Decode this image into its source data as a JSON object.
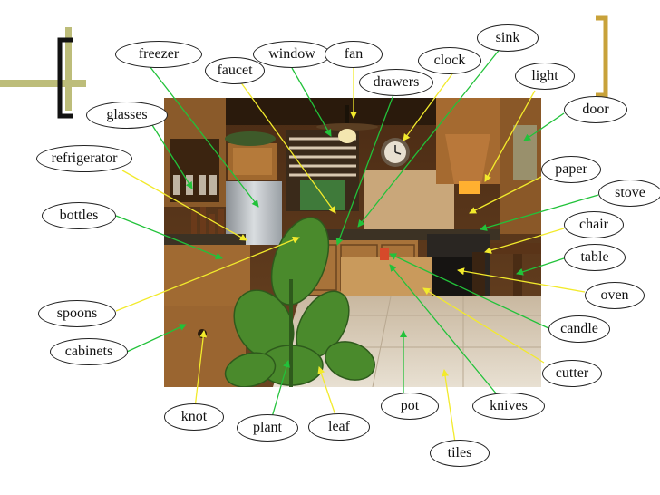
{
  "diagram": {
    "labels": {
      "sink": "sink",
      "light": "light",
      "freezer": "freezer",
      "window": "window",
      "fan": "fan",
      "clock": "clock",
      "faucet": "faucet",
      "drawers": "drawers",
      "door": "door",
      "glasses": "glasses",
      "refrigerator": "refrigerator",
      "paper": "paper",
      "stove": "stove",
      "bottles": "bottles",
      "chair": "chair",
      "table": "table",
      "oven": "oven",
      "spoons": "spoons",
      "candle": "candle",
      "cabinets": "cabinets",
      "cutter": "cutter",
      "knot": "knot",
      "pot": "pot",
      "knives": "knives",
      "plant": "plant",
      "leaf": "leaf",
      "tiles": "tiles"
    },
    "colors": {
      "bracket_left_black": "#111111",
      "bracket_olive": "#bdbd7a",
      "bracket_right_gold": "#c8a23a",
      "pointer_green": "#22c23a",
      "pointer_yellow": "#f2ea2c"
    }
  }
}
